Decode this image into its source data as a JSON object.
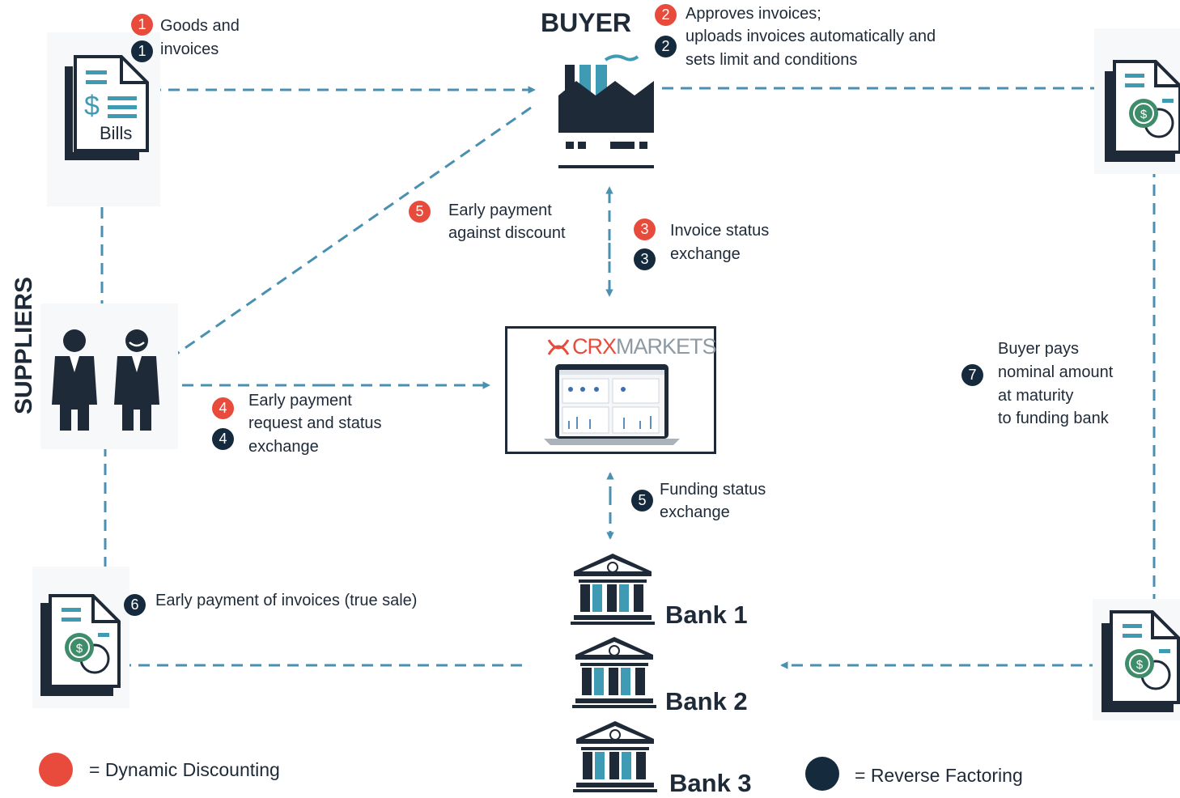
{
  "colors": {
    "dynamic_discounting": "#e84b3c",
    "reverse_factoring": "#162a3d",
    "arrow": "#4a90b0",
    "teal": "#3f9bb3"
  },
  "nodes": {
    "buyer": "BUYER",
    "suppliers": "SUPPLIERS",
    "bills": "Bills",
    "crx_logo_crx": "CRX",
    "crx_logo_markets": "MARKETS",
    "bank1": "Bank 1",
    "bank2": "Bank 2",
    "bank3": "Bank 3"
  },
  "steps": {
    "s1": {
      "dd_num": "1",
      "rf_num": "1",
      "line1": "Goods and",
      "line2": "invoices"
    },
    "s2": {
      "dd_num": "2",
      "rf_num": "2",
      "line1": "Approves invoices;",
      "line2": "uploads invoices automatically and",
      "line3": "sets limit and conditions"
    },
    "s3": {
      "dd_num": "3",
      "rf_num": "3",
      "line1": "Invoice status",
      "line2": "exchange"
    },
    "s4": {
      "dd_num": "4",
      "rf_num": "4",
      "line1": "Early payment",
      "line2": "request and status",
      "line3": "exchange"
    },
    "s5dd": {
      "dd_num": "5",
      "line1": "Early payment",
      "line2": "against discount"
    },
    "s5rf": {
      "rf_num": "5",
      "line1": "Funding status",
      "line2": "exchange"
    },
    "s6": {
      "rf_num": "6",
      "line1": "Early payment of invoices (true sale)"
    },
    "s7": {
      "rf_num": "7",
      "line1": "Buyer pays",
      "line2": "nominal amount",
      "line3": "at maturity",
      "line4": "to funding bank"
    }
  },
  "legend": {
    "dynamic_discounting": "= Dynamic Discounting",
    "reverse_factoring": "= Reverse Factoring"
  },
  "icons": [
    "bill-document-icon",
    "factory-icon",
    "payment-document-icon",
    "suppliers-people-icon",
    "laptop-icon",
    "bank-icon"
  ]
}
